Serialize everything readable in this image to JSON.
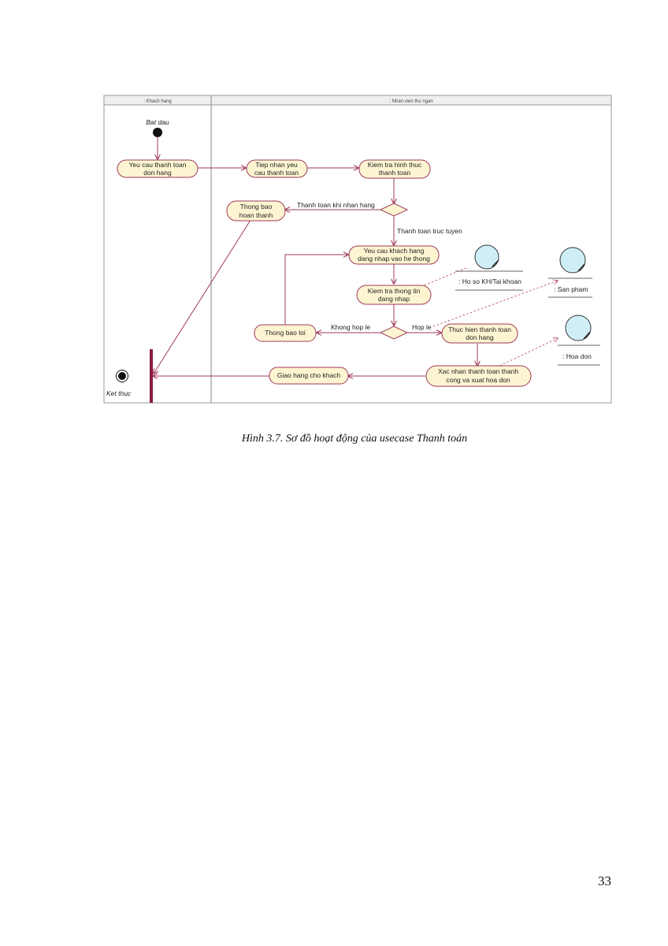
{
  "diagram": {
    "lanes": {
      "left": ": Khach hang",
      "right": ": Nhan vien thu ngan"
    },
    "start_label": "Bat dau",
    "end_label": "Ket thuc",
    "nodes": {
      "request_payment": [
        "Yeu cau thanh toan",
        "don hang"
      ],
      "receive_request": [
        "Tiep nhan yeu",
        "cau thanh toan"
      ],
      "check_method": [
        "Kiem tra hinh thuc",
        "thanh toan"
      ],
      "notify_done": [
        "Thong bao",
        "hoan thanh"
      ],
      "ask_login": [
        "Yeu cau khach hang",
        "dang nhap vao he thong"
      ],
      "check_login": [
        "Kiem tra thong tin",
        "dang nhap"
      ],
      "notify_error": [
        "Thong bao loi"
      ],
      "do_payment": [
        "Thuc hien thanh toan",
        "don hang"
      ],
      "deliver": [
        "Giao hang cho khach"
      ],
      "confirm": [
        "Xac nhan thanh toan thanh",
        "cong va xuat hoa don"
      ]
    },
    "edges": {
      "pay_on_delivery": "Thanh toan khi nhan hang",
      "pay_online": "Thanh toan truc tuyen",
      "invalid": "Khong hop le",
      "valid": "Hop le"
    },
    "objects": {
      "customer_account": ": Ho so KH/Tai khoan",
      "product": ": San pham",
      "invoice": ": Hoa don"
    }
  },
  "caption": "Hình 3.7. Sơ đồ hoạt động của usecase Thanh toán",
  "page_number": "33"
}
